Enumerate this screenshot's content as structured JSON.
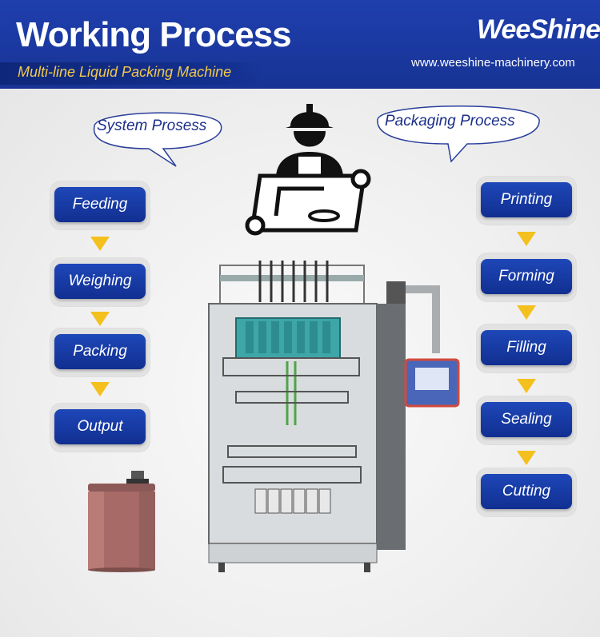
{
  "header": {
    "title": "Working Process",
    "subtitle": "Multi-line Liquid Packing Machine",
    "logo_text": "WeeShine",
    "website": "www.weeshine-machinery.com"
  },
  "bubbles": {
    "left": "System Prosess",
    "right": "Packaging Process"
  },
  "system_steps": [
    "Feeding",
    "Weighing",
    "Packing",
    "Output"
  ],
  "packaging_steps": [
    "Printing",
    "Forming",
    "Filling",
    "Sealing",
    "Cutting"
  ],
  "colors": {
    "banner_blue": "#1a3aa3",
    "subtitle_yellow": "#f2c94c",
    "step_blue": "#163a9e",
    "arrow_yellow": "#f4c01e"
  },
  "icons": {
    "worker": "engineer-with-blueprint-icon",
    "machine": "multi-lane-liquid-packing-machine",
    "drum": "liquid-drum-tank"
  }
}
